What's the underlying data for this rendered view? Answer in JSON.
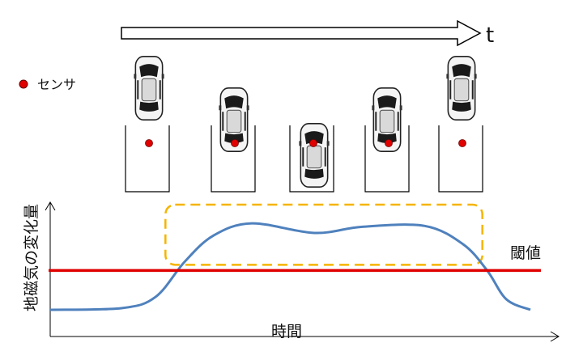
{
  "labels": {
    "time_arrow": "t",
    "sensor_legend": "センサ",
    "y_axis": "地磁気の変化量",
    "x_axis": "時間",
    "threshold": "閾値"
  },
  "colors": {
    "sensor": "#e00000",
    "threshold_line": "#e00000",
    "signal_line": "#4f81bd",
    "detection_box": "#f5b400",
    "outline": "#000000"
  },
  "icons": {
    "car": "car-top-view-icon",
    "sensor": "sensor-dot-icon"
  },
  "chart_data": {
    "type": "line",
    "series": [
      {
        "x": [
          0,
          15,
          22,
          28,
          34,
          42,
          55,
          65,
          78,
          86,
          91,
          95,
          100
        ],
        "values": [
          0.0,
          0.02,
          0.15,
          0.55,
          0.85,
          0.99,
          0.88,
          0.95,
          0.96,
          0.75,
          0.45,
          0.12,
          0.0
        ]
      }
    ],
    "threshold": 0.45,
    "detection_window": {
      "x_start": 24,
      "x_end": 90
    },
    "xlim": [
      0,
      100
    ],
    "ylim": [
      0,
      1.15
    ],
    "grid": false
  }
}
